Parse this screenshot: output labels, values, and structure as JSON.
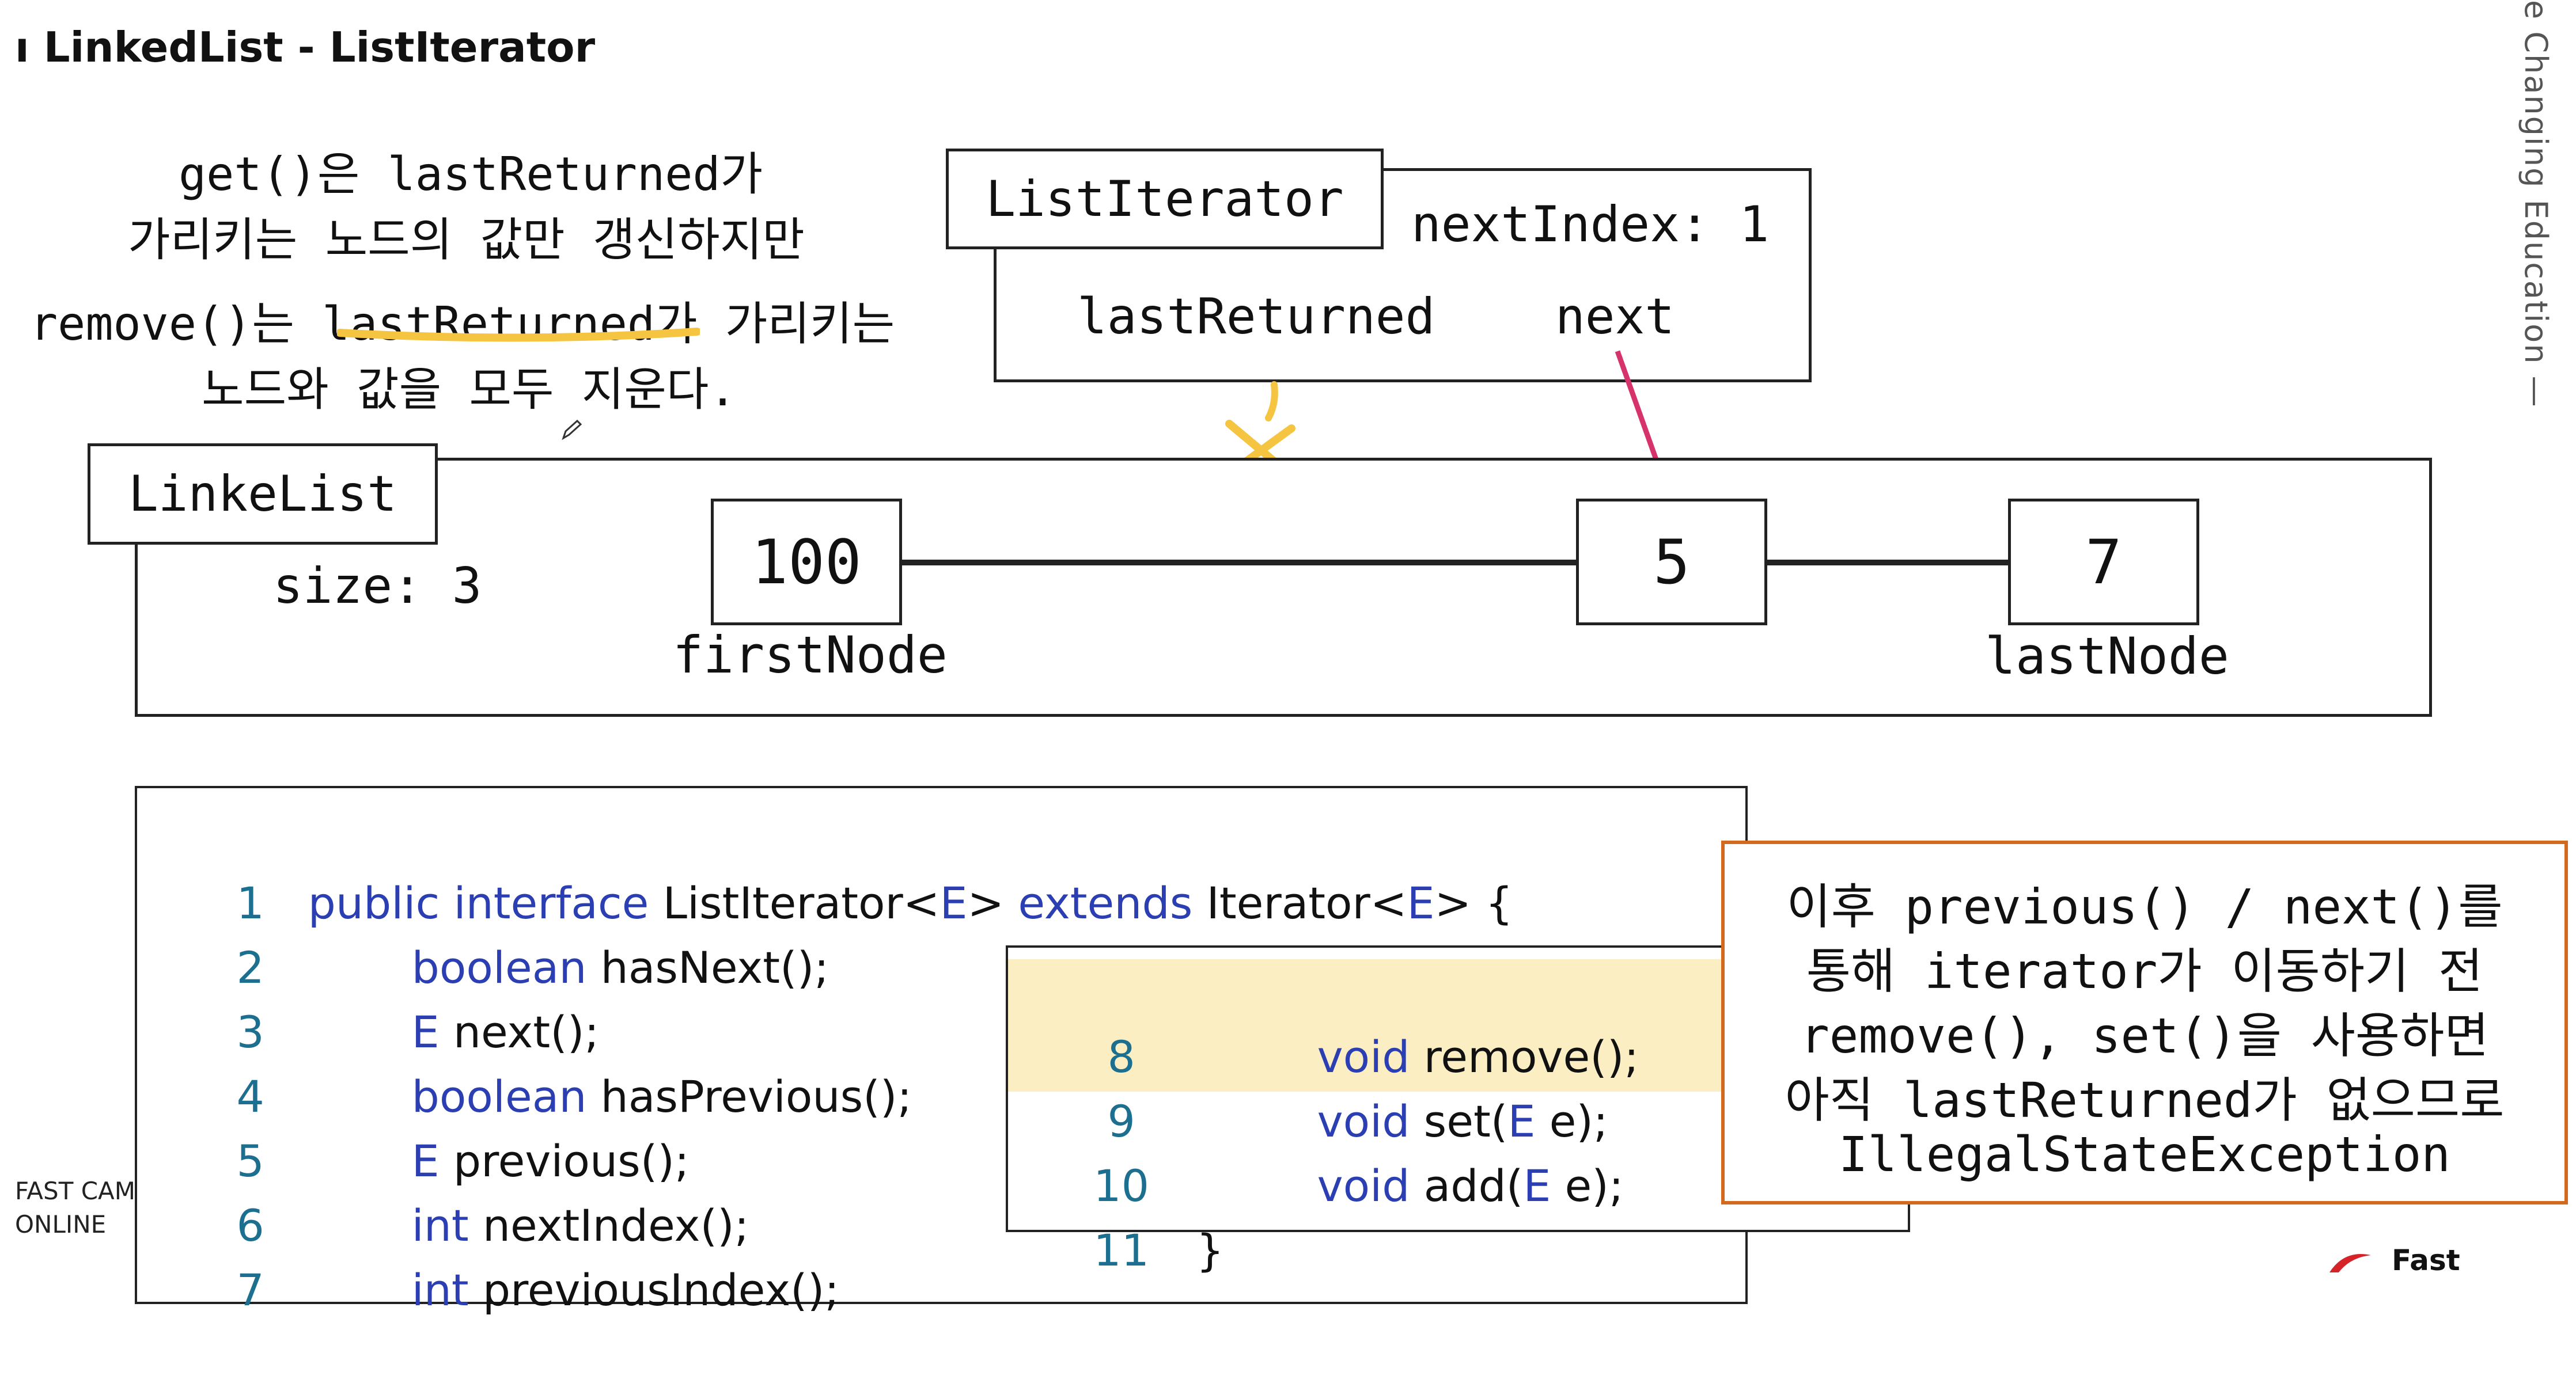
{
  "slide": {
    "title": "ı LinkedList - ListIterator",
    "side_brand": "e Changing Education —"
  },
  "note": {
    "line1": "get()은 lastReturned가",
    "line2": "가리키는 노드의 값만 갱신하지만",
    "line3": "remove()는 lastReturned가 가리키는",
    "line4": "노드와 값을 모두 지운다."
  },
  "iterator": {
    "label": "ListIterator",
    "next_index": "nextIndex: 1",
    "last_returned": "lastReturned",
    "next": "next"
  },
  "linked_list": {
    "label": "LinkeList",
    "size": "size: 3",
    "nodes": [
      {
        "value": "100",
        "caption": "firstNode"
      },
      {
        "value": "5",
        "caption": ""
      },
      {
        "value": "7",
        "caption": "lastNode"
      }
    ]
  },
  "code": {
    "lines": [
      {
        "n": "1",
        "a": "public interface",
        "b": " ListIterator<",
        "c": "E",
        "d": "> ",
        "e": "extends",
        "f": " Iterator<",
        "g": "E",
        "h": "> {"
      },
      {
        "n": "2",
        "kw": "boolean",
        "rest": " hasNext();"
      },
      {
        "n": "3",
        "kw": "E",
        "rest": " next();"
      },
      {
        "n": "4",
        "kw": "boolean",
        "rest": " hasPrevious();"
      },
      {
        "n": "5",
        "kw": "E",
        "rest": " previous();"
      },
      {
        "n": "6",
        "kw": "int",
        "rest": " nextIndex();"
      },
      {
        "n": "7",
        "kw": "int",
        "rest": " previousIndex();"
      }
    ],
    "inset": [
      {
        "n": "8",
        "kw": "void",
        "rest": " remove();"
      },
      {
        "n": "9",
        "kw": "void",
        "rest": " set(",
        "t": "E",
        "rest2": " e);"
      },
      {
        "n": "10",
        "kw": "void",
        "rest": " add(",
        "t": "E",
        "rest2": " e);"
      },
      {
        "n": "11",
        "rest": "}"
      }
    ]
  },
  "callout": {
    "line1": "이후 previous() / next()를",
    "line2": "통해 iterator가 이동하기 전",
    "line3": "remove(), set()을 사용하면",
    "line4": "아직 lastReturned가 없으므로",
    "line5": "IllegalStateException"
  },
  "watermark": {
    "line1": "FAST CAM",
    "line2": "ONLINE"
  },
  "logo_text": "Fast",
  "colors": {
    "accent_orange": "#d2691e",
    "highlight_yellow": "#f5c542",
    "pointer_pink": "#d6336c",
    "keyword_blue": "#2b3fb3",
    "line_number_teal": "#1c6f8f"
  }
}
